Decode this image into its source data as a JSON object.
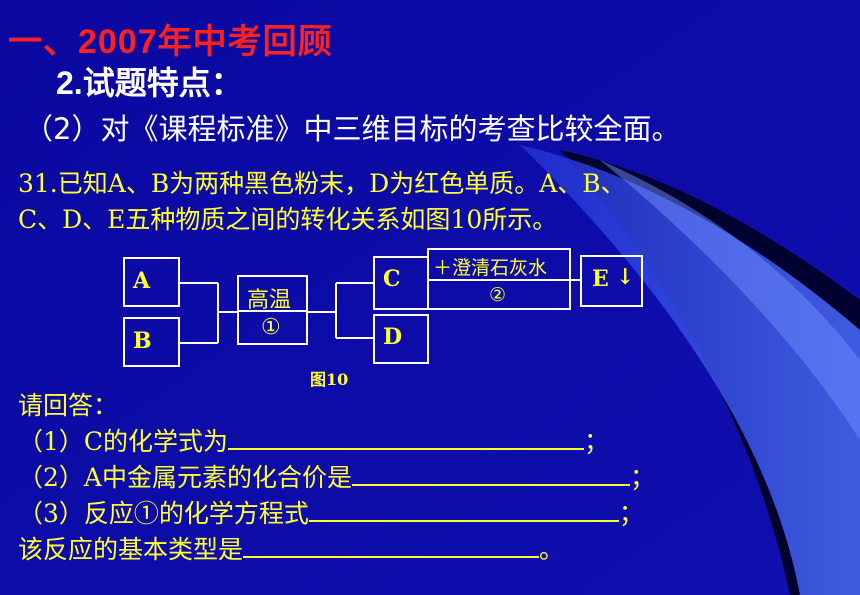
{
  "slide": {
    "title": "一、2007年中考回顾",
    "subtitle": "2.试题特点：",
    "point": "（2）对《课程标准》中三维目标的考查比较全面。"
  },
  "question": {
    "line1": "31.已知A、B为两种黑色粉末，D为红色单质。A、B、",
    "line2": "C、D、E五种物质之间的转化关系如图10所示。",
    "ask": "请回答：",
    "a1_prefix": "（1）C的化学式为",
    "a1_suffix": "；",
    "a2_prefix": "（2）A中金属元素的化合价是",
    "a2_suffix": "；",
    "a3_prefix": "（3）反应①的化学方程式",
    "a3_suffix": "；",
    "a4_prefix": "该反应的基本类型是",
    "a4_suffix": "。"
  },
  "diagram": {
    "box_a": "A",
    "box_b": "B",
    "reaction1_top": "高温",
    "reaction1_bottom": "①",
    "box_c": "C",
    "box_d": "D",
    "reaction2_top": "＋澄清石灰水",
    "reaction2_bottom": "②",
    "box_e": "E",
    "arrow_down": "↓",
    "caption": "图10"
  }
}
